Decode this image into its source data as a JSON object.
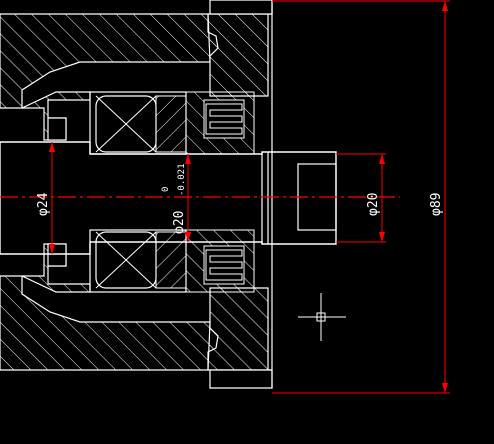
{
  "colors": {
    "background": "#000000",
    "outline": "#ffffff",
    "dimension": "#ff0000",
    "centerline": "#ff0000",
    "text": "#ffffff"
  },
  "dimensions": {
    "shaft_left": "φ24",
    "bearing_seat": "φ20",
    "bearing_tolerance_upper": "0",
    "bearing_tolerance_lower": "-0.021",
    "shaft_right": "φ20",
    "housing": "φ89"
  },
  "icons": {
    "cursor": "crosshair-cursor-icon"
  }
}
